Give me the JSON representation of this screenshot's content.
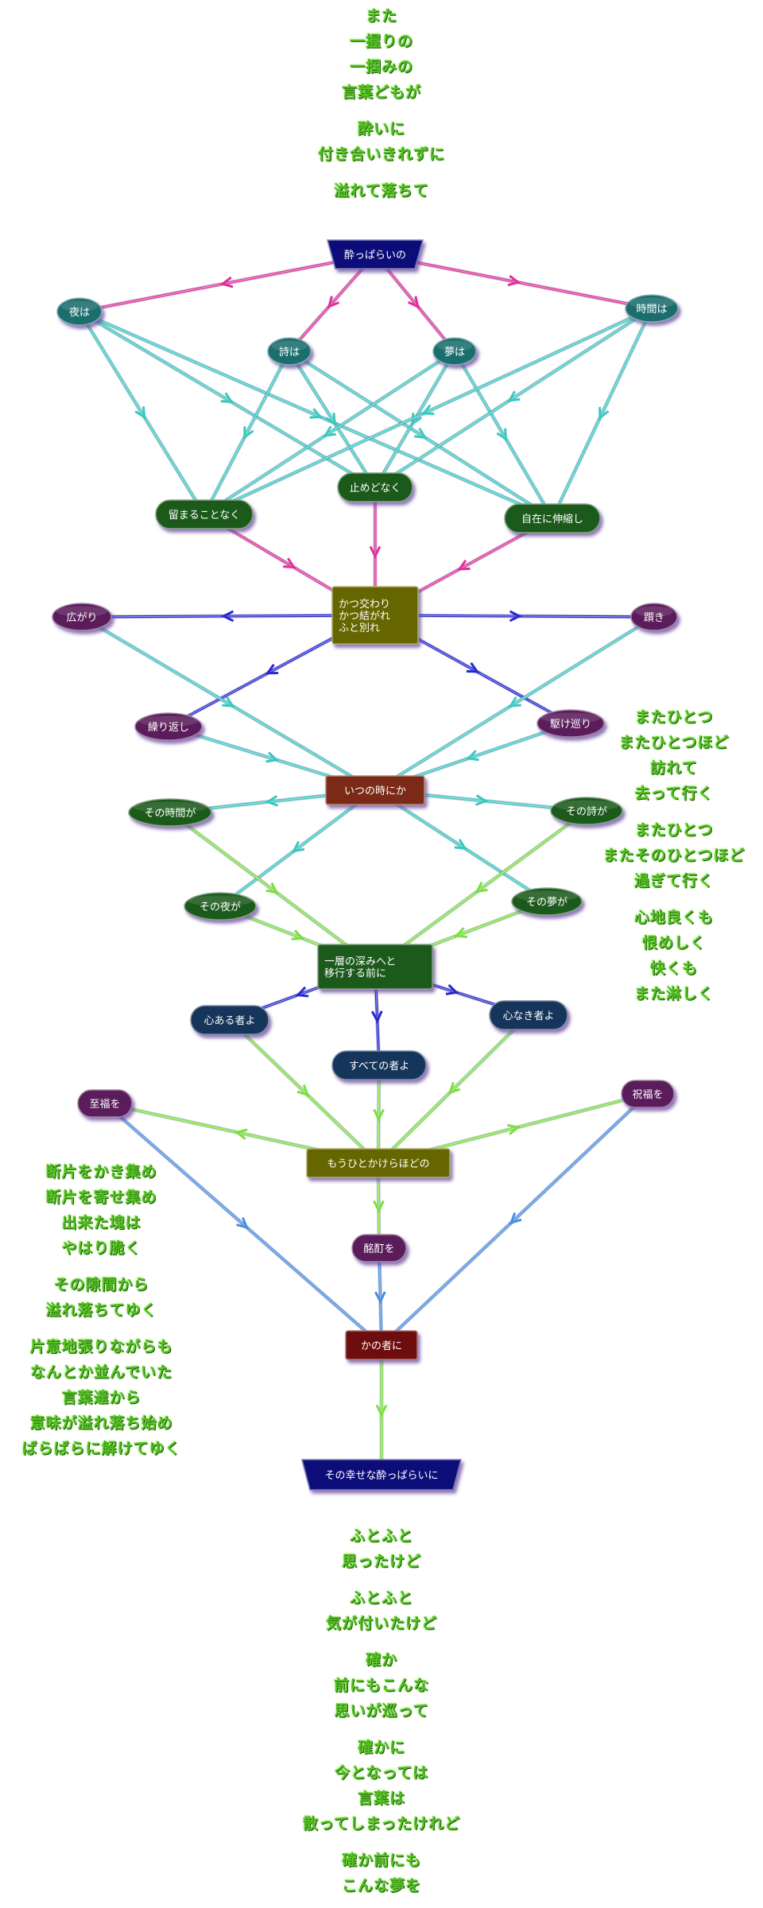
{
  "poem_top": [
    [
      "また",
      "一握りの",
      "一掴みの",
      "言葉どもが"
    ],
    [
      "酔いに",
      "付き合いきれずに"
    ],
    [
      "溢れて落ちて"
    ]
  ],
  "poem_right": [
    [
      "またひとつ",
      "またひとつほど",
      "訪れて",
      "去って行く"
    ],
    [
      "またひとつ",
      "またそのひとつほど",
      "過ぎて行く"
    ],
    [
      "心地良くも",
      "恨めしく",
      "快くも",
      "また淋しく"
    ]
  ],
  "poem_left": [
    [
      "断片をかき集め",
      "断片を寄せ集め",
      "出来た塊は",
      "やはり脆く"
    ],
    [
      "その隙間から",
      "溢れ落ちてゆく"
    ],
    [
      "片意地張りながらも",
      "なんとか並んでいた",
      "言葉達から",
      "意味が溢れ落ち始め",
      "ばらばらに解けてゆく"
    ]
  ],
  "poem_bottom": [
    [
      "ふとふと",
      "思ったけど"
    ],
    [
      "ふとふと",
      "気が付いたけど"
    ],
    [
      "確か",
      "前にもこんな",
      "思いが巡って"
    ],
    [
      "確かに",
      "今となっては",
      "言葉は",
      "散ってしまったけれど"
    ],
    [
      "確か前にも",
      "こんな夢を"
    ]
  ],
  "nodes": {
    "n_top": "酔っぱらいの",
    "n_yoru": "夜は",
    "n_uta": "詩は",
    "n_yume": "夢は",
    "n_jikan": "時間は",
    "n_todomaru": "留まることなく",
    "n_tomedo": "止めどなく",
    "n_jizai": "自在に伸縮し",
    "n_katsu": "かつ交わり\nかつ結がれ\nふと別れ",
    "n_hirogari": "広がり",
    "n_tsumazuki": "躓き",
    "n_kurikaeshi": "繰り返し",
    "n_kakemeguri": "駆け巡り",
    "n_itsunoma": "いつの時にか",
    "n_sonojikan": "その時間が",
    "n_sonouta": "その詩が",
    "n_sonoyoru": "その夜が",
    "n_sonoyume": "その夢が",
    "n_issou": "一層の深みへと\n移行する前に",
    "n_kokoroaru": "心ある者よ",
    "n_kokoronaki": "心なき者よ",
    "n_subete": "すべての者よ",
    "n_shifuku_l": "至福を",
    "n_shukufuku": "祝福を",
    "n_mouhitokake": "もうひとかけらほどの",
    "n_meitei": "酩酊を",
    "n_kanomono": "かの者に",
    "n_bottom": "その幸せな酔っぱらいに"
  },
  "colors": {
    "teal_node": "#1e6e6e",
    "dark_green_node": "#1e5a1e",
    "purple_node": "#5a1e5a",
    "olive_box": "#666600",
    "brown_box": "#7a2a14",
    "navy_node": "#16345a",
    "dark_red_box": "#6e0a0a",
    "navy_trapezoid": "#10107a",
    "poem_text": "#55c322",
    "edge_magenta": "#e0309a",
    "edge_cyan": "#3ac8c0",
    "edge_blue": "#2828d0",
    "edge_green": "#7ae040",
    "edge_sky": "#4a8ee0"
  }
}
